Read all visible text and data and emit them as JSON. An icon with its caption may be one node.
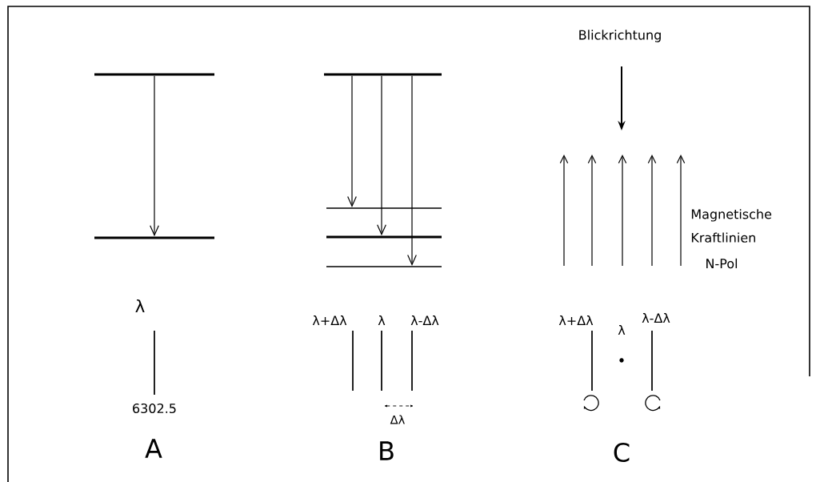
{
  "diagram": {
    "nodes": [
      {
        "text": [],
        "shape": "bar"
      },
      {
        "text": [],
        "shape": "bar"
      },
      {
        "text": [],
        "shape": "bar"
      },
      {
        "text": [],
        "shape": "bar"
      },
      {
        "text": [],
        "shape": "bar"
      },
      {
        "text": [],
        "shape": "bar"
      }
    ],
    "edges": [
      {
        "from": 0,
        "to": 1,
        "arrow": "to"
      },
      {
        "from": 2,
        "to": 3,
        "arrow": "to"
      },
      {
        "from": 2,
        "to": 4,
        "arrow": "to"
      },
      {
        "from": 2,
        "to": 5,
        "arrow": "to"
      }
    ],
    "labels": [
      "λ",
      "6302.5",
      "A",
      "λ+Δλ",
      "λ",
      "λ-Δλ",
      "Δλ",
      "B",
      "Blickrichtung",
      "Magnetische Kraftlinien",
      "N-Pol",
      "λ+Δλ",
      "λ-Δλ",
      "λ",
      "C"
    ]
  }
}
